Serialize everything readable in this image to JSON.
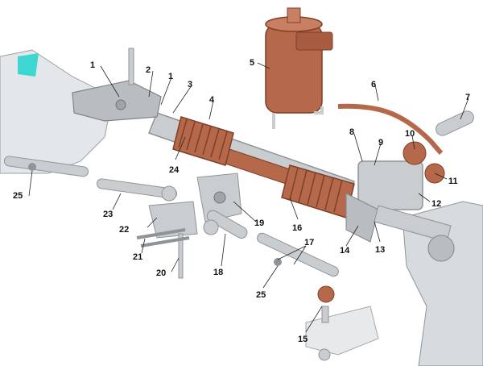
{
  "callouts": {
    "c1a": "1",
    "c1b": "1",
    "c2": "2",
    "c3": "3",
    "c4": "4",
    "c5": "5",
    "c6": "6",
    "c7": "7",
    "c8": "8",
    "c9": "9",
    "c10": "10",
    "c11": "11",
    "c12": "12",
    "c13": "13",
    "c14": "14",
    "c15": "15",
    "c16": "16",
    "c17": "17",
    "c18": "18",
    "c19": "19",
    "c20": "20",
    "c21": "21",
    "c22": "22",
    "c23": "23",
    "c24": "24",
    "c25a": "25",
    "c25b": "25"
  },
  "colors": {
    "metal": "#c9cdd0",
    "metal_dark": "#8e9498",
    "copper": "#b5694a",
    "copper_dark": "#7d3f28",
    "body_panel": "#dfe2e4",
    "accent": "#3ed6d0"
  }
}
